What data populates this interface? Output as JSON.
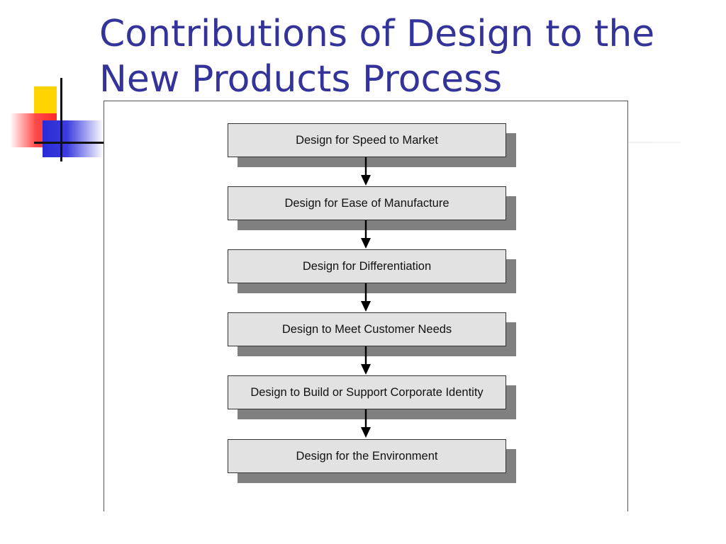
{
  "slide": {
    "title": "Contributions of Design to the\nNew Products Process",
    "colors": {
      "title": "#333399",
      "box_fill": "#e2e2e2",
      "box_shadow": "#808080",
      "deco_yellow": "#ffd400",
      "deco_red": "#ff2a2a",
      "deco_blue": "#2b2bd6"
    }
  },
  "flowchart": {
    "steps": [
      {
        "label": "Design for Speed to Market"
      },
      {
        "label": "Design for Ease of Manufacture"
      },
      {
        "label": "Design for Differentiation"
      },
      {
        "label": "Design to Meet Customer Needs"
      },
      {
        "label": "Design to Build or Support Corporate Identity"
      },
      {
        "label": "Design for the Environment"
      }
    ],
    "connectors": [
      {
        "from": 0,
        "to": 1
      },
      {
        "from": 1,
        "to": 2
      },
      {
        "from": 2,
        "to": 3
      },
      {
        "from": 3,
        "to": 4
      },
      {
        "from": 4,
        "to": 5
      }
    ]
  }
}
